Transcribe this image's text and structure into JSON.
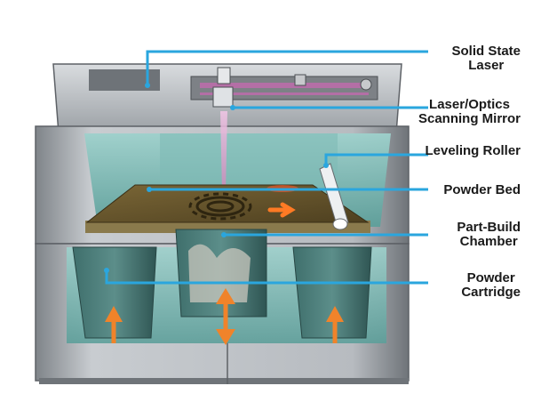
{
  "diagram": {
    "labels": [
      {
        "id": "solid-state-laser",
        "lines": [
          "Solid State",
          "Laser"
        ]
      },
      {
        "id": "laser-optics-scanning-mirror",
        "lines": [
          "Laser/Optics",
          "Scanning Mirror"
        ]
      },
      {
        "id": "leveling-roller",
        "lines": [
          "Leveling Roller"
        ]
      },
      {
        "id": "powder-bed",
        "lines": [
          "Powder Bed"
        ]
      },
      {
        "id": "part-build-chamber",
        "lines": [
          "Part-Build",
          "Chamber"
        ]
      },
      {
        "id": "powder-cartridge",
        "lines": [
          "Powder",
          "Cartridge"
        ]
      }
    ],
    "colors": {
      "leader_line": "#2aa6de",
      "arrow": "#f0832a",
      "chamber_teal": "#6fb3ae",
      "machine_gray": "#9ea3a8",
      "powder_bed": "#6e5a2e",
      "laser_beam": "#e7a6d4"
    }
  }
}
